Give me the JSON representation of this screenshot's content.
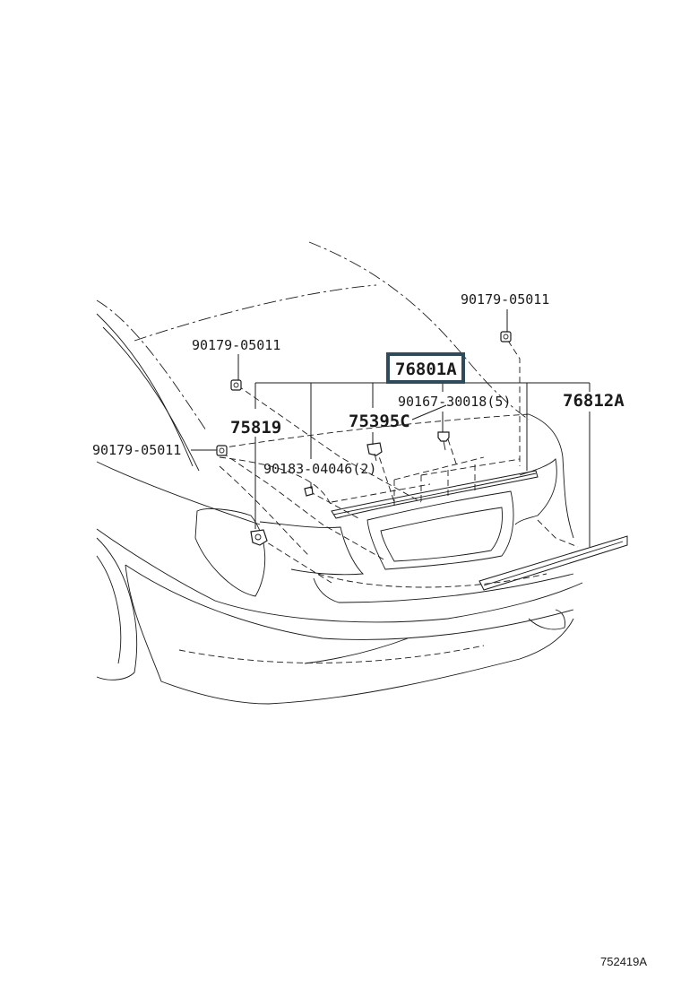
{
  "diagram": {
    "parts": {
      "p90179_top_right": "90179-05011",
      "p90179_top_left": "90179-05011",
      "p76801A": "76801A",
      "p90167": "90167-30018(5)",
      "p76812A": "76812A",
      "p75819": "75819",
      "p75395C": "75395C",
      "p90179_left": "90179-05011",
      "p90183": "90183-04046(2)"
    },
    "drawing_code": "752419A"
  }
}
